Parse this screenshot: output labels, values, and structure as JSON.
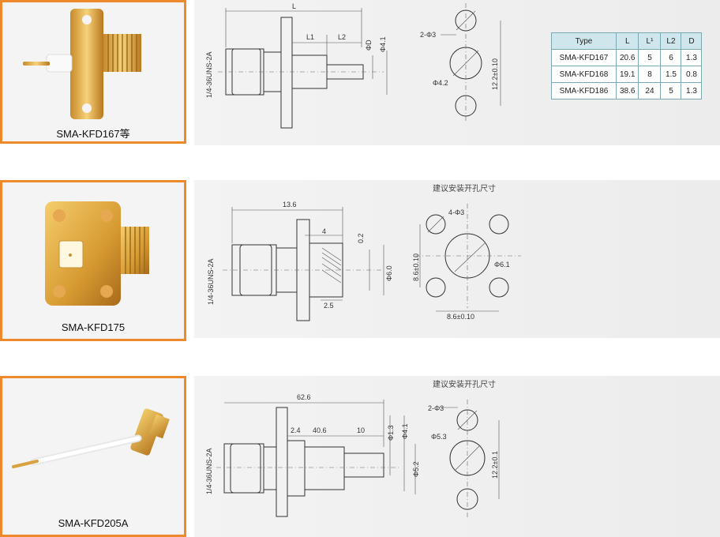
{
  "products": [
    {
      "name": "SMA-KFD167等",
      "drawing": {
        "labels": {
          "L": "L",
          "L1": "L1",
          "L2": "L2",
          "D": "ΦD",
          "d41": "Φ4.1",
          "thread": "1/4-36UNS-2A",
          "holes": "2-Φ3",
          "d42": "Φ4.2",
          "pitch": "12.2±0.10"
        }
      },
      "spec_table": {
        "headers": [
          "Type",
          "L",
          "L¹",
          "L2",
          "D"
        ],
        "rows": [
          [
            "SMA-KFD167",
            "20.6",
            "5",
            "6",
            "1.3"
          ],
          [
            "SMA-KFD168",
            "19.1",
            "8",
            "1.5",
            "0.8"
          ],
          [
            "SMA-KFD186",
            "38.6",
            "24",
            "5",
            "1.3"
          ]
        ]
      }
    },
    {
      "name": "SMA-KFD175",
      "drawing": {
        "labels": {
          "len": "13.6",
          "four": "4",
          "d02": "0.2",
          "d60": "Φ6.0",
          "d25": "2.5",
          "thread": "1/4-36UNS-2A",
          "hole_title": "建议安装开孔尺寸",
          "holes": "4-Φ3",
          "pitch_v": "8.6±0.10",
          "pitch_h": "8.6±0.10",
          "d61": "Φ6.1"
        }
      }
    },
    {
      "name": "SMA-KFD205A",
      "drawing": {
        "labels": {
          "len": "62.6",
          "d24": "2.4",
          "d406": "40.6",
          "d10": "10",
          "d13": "Φ1.3",
          "d41": "Φ4.1",
          "d52": "Φ5.2",
          "thread": "1/4-36UNS-2A",
          "hole_title": "建议安装开孔尺寸",
          "holes": "2-Φ3",
          "d53": "Φ5.3",
          "pitch": "12.2±0.1"
        }
      }
    }
  ]
}
